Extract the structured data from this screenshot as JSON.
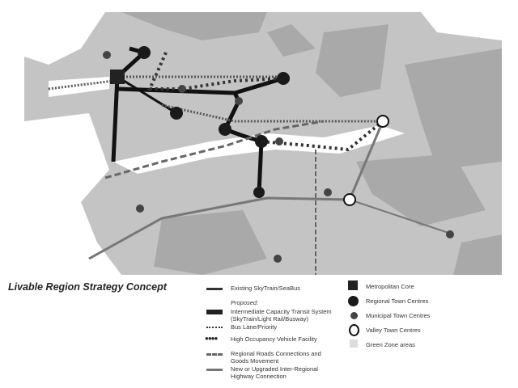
{
  "title": "Livable Region Strategy Concept",
  "legend": {
    "existing": "Existing SkyTrain/SeaBus",
    "proposed": "Proposed:",
    "icts": "Intermediate Capacity Transit System",
    "icts2": "(SkyTrain/Light Rail/Busway)",
    "bus": "Bus Lane/Priority",
    "hov": "High Occupancy Vehicle Facility",
    "roads": "Regional Roads Connections and",
    "roads2": "Goods Movement",
    "hwy": "New or Upgraded Inter-Regional",
    "hwy2": "Highway Connection",
    "metro": "Metropolitan Core",
    "regional": "Regional Town Centres",
    "municipal": "Municipal Town Centres",
    "valley": "Valley Town Centres",
    "green": "Green Zone areas"
  },
  "colors": {
    "land": "#c4c4c4",
    "green": "#a9a9a9",
    "water": "#ffffff",
    "transit": "#1a1a1a"
  }
}
